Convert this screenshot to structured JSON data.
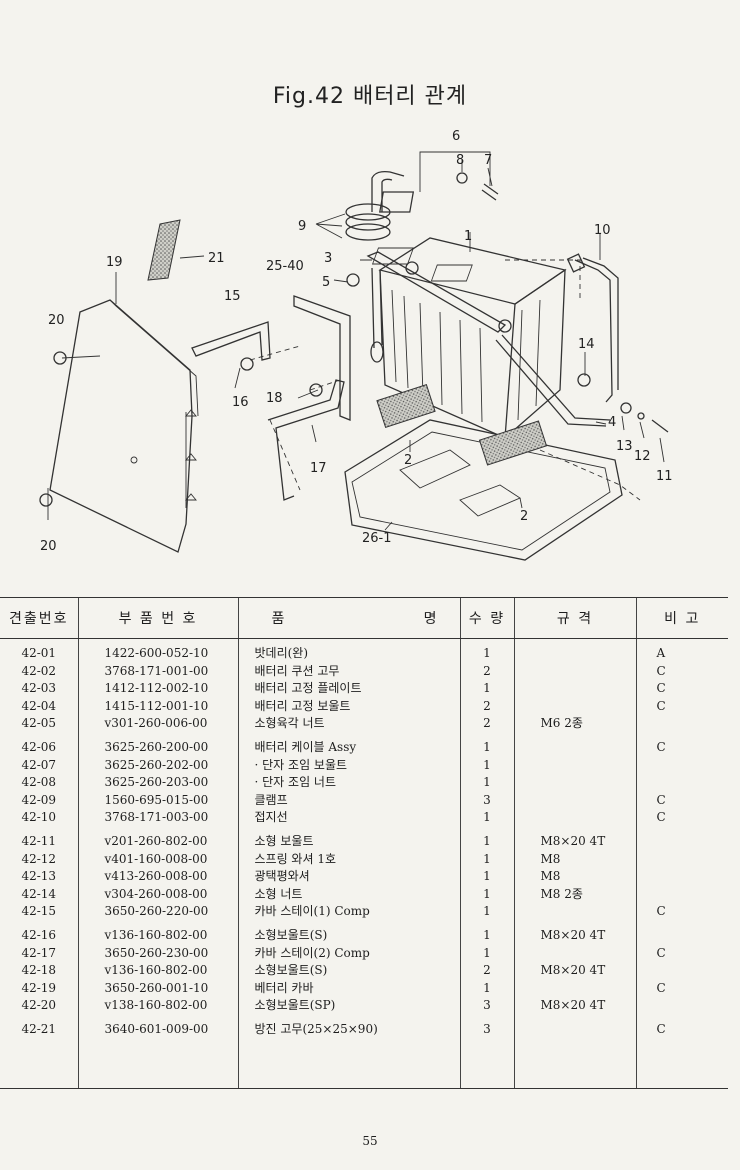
{
  "title": "Fig.42 배터리 관계",
  "callouts": [
    "6",
    "8",
    "7",
    "9",
    "1",
    "10",
    "21",
    "19",
    "25-40",
    "3",
    "5",
    "15",
    "20",
    "14",
    "16",
    "18",
    "4",
    "13",
    "12",
    "11",
    "2",
    "17",
    "2",
    "20",
    "26-1"
  ],
  "table": {
    "headers": {
      "no": "견출번호",
      "part_no": "부 품 번 호",
      "name_left": "품",
      "name_right": "명",
      "qty": "수 량",
      "spec": "규 격",
      "note": "비 고"
    },
    "rows": [
      {
        "no": "42-01",
        "part_no": "1422-600-052-10",
        "name": "밧데리(완)",
        "qty": "1",
        "spec": "",
        "note": "A"
      },
      {
        "no": "42-02",
        "part_no": "3768-171-001-00",
        "name": "배터리 쿠션 고무",
        "qty": "2",
        "spec": "",
        "note": "C"
      },
      {
        "no": "42-03",
        "part_no": "1412-112-002-10",
        "name": "배터리 고정 플레이트",
        "qty": "1",
        "spec": "",
        "note": "C"
      },
      {
        "no": "42-04",
        "part_no": "1415-112-001-10",
        "name": "배터리 고정 보울트",
        "qty": "2",
        "spec": "",
        "note": "C"
      },
      {
        "no": "42-05",
        "part_no": "v301-260-006-00",
        "name": "소형육각 너트",
        "qty": "2",
        "spec": "M6 2종",
        "note": ""
      },
      {
        "no": "42-06",
        "part_no": "3625-260-200-00",
        "name": "배터리 케이블 Assy",
        "qty": "1",
        "spec": "",
        "note": "C"
      },
      {
        "no": "42-07",
        "part_no": "3625-260-202-00",
        "name": "· 단자 조임 보울트",
        "qty": "1",
        "spec": "",
        "note": ""
      },
      {
        "no": "42-08",
        "part_no": "3625-260-203-00",
        "name": "· 단자 조임 너트",
        "qty": "1",
        "spec": "",
        "note": ""
      },
      {
        "no": "42-09",
        "part_no": "1560-695-015-00",
        "name": "클램프",
        "qty": "3",
        "spec": "",
        "note": "C"
      },
      {
        "no": "42-10",
        "part_no": "3768-171-003-00",
        "name": "접지선",
        "qty": "1",
        "spec": "",
        "note": "C"
      },
      {
        "no": "42-11",
        "part_no": "v201-260-802-00",
        "name": "소형 보울트",
        "qty": "1",
        "spec": "M8×20 4T",
        "note": ""
      },
      {
        "no": "42-12",
        "part_no": "v401-160-008-00",
        "name": "스프링 와셔 1호",
        "qty": "1",
        "spec": "M8",
        "note": ""
      },
      {
        "no": "42-13",
        "part_no": "v413-260-008-00",
        "name": "광택평와셔",
        "qty": "1",
        "spec": "M8",
        "note": ""
      },
      {
        "no": "42-14",
        "part_no": "v304-260-008-00",
        "name": "소형 너트",
        "qty": "1",
        "spec": "M8 2종",
        "note": ""
      },
      {
        "no": "42-15",
        "part_no": "3650-260-220-00",
        "name": "카바 스테이(1) Comp",
        "qty": "1",
        "spec": "",
        "note": "C"
      },
      {
        "no": "42-16",
        "part_no": "v136-160-802-00",
        "name": "소형보울트(S)",
        "qty": "1",
        "spec": "M8×20 4T",
        "note": ""
      },
      {
        "no": "42-17",
        "part_no": "3650-260-230-00",
        "name": "카바 스테이(2) Comp",
        "qty": "1",
        "spec": "",
        "note": "C"
      },
      {
        "no": "42-18",
        "part_no": "v136-160-802-00",
        "name": "소형보울트(S)",
        "qty": "2",
        "spec": "M8×20 4T",
        "note": ""
      },
      {
        "no": "42-19",
        "part_no": "3650-260-001-10",
        "name": "베터리 카바",
        "qty": "1",
        "spec": "",
        "note": "C"
      },
      {
        "no": "42-20",
        "part_no": "v138-160-802-00",
        "name": "소형보울트(SP)",
        "qty": "3",
        "spec": "M8×20 4T",
        "note": ""
      },
      {
        "no": "42-21",
        "part_no": "3640-601-009-00",
        "name": "방진 고무(25×25×90)",
        "qty": "3",
        "spec": "",
        "note": "C"
      }
    ]
  },
  "page_number": "55"
}
